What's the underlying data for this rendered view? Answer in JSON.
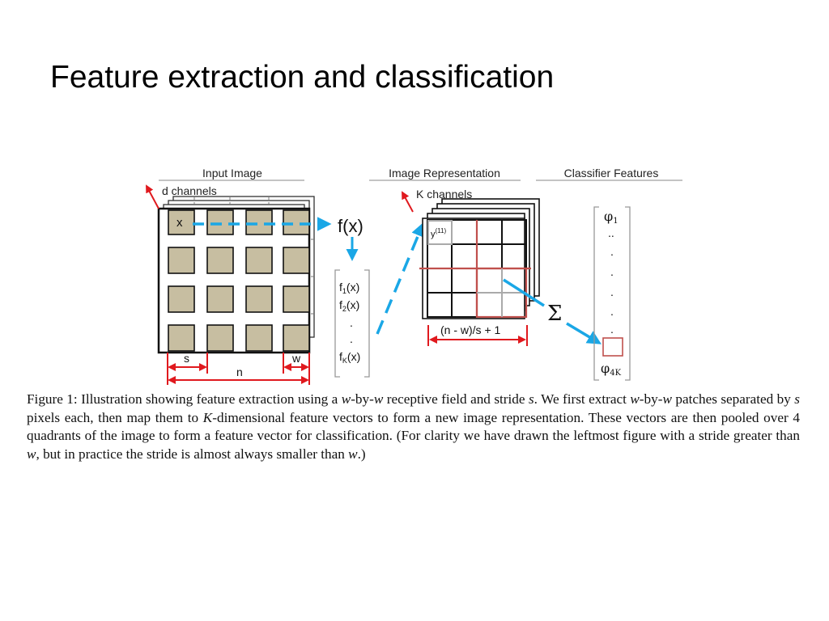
{
  "slide": {
    "title": "Feature extraction and classification"
  },
  "figure": {
    "input_header": "Input Image",
    "representation_header": "Image Representation",
    "classifier_header": "Classifier Features",
    "d_channels": "d channels",
    "k_channels": "K channels",
    "x_label": "x",
    "fx_label": "f(x)",
    "features": [
      "f1(x)",
      "f2(x)",
      ".",
      ".",
      "fK(x)"
    ],
    "y_label": "y(11)",
    "size_formula": "(n - w)/s + 1",
    "sigma": "Σ",
    "s_label": "s",
    "w_label": "w",
    "n_label": "n",
    "phi_first": "φ1",
    "phi_last": "φ4K",
    "dots_top": "..",
    "colors": {
      "arrow_blue": "#1aa7e6",
      "red": "#e0191e",
      "patch": "#c7bea1",
      "cell_red": "#c0504d"
    }
  },
  "caption": {
    "p1": "Figure 1: Illustration showing feature extraction using a ",
    "w1": "w",
    "p2": "-by-",
    "w2": "w",
    "p3": " receptive field and stride ",
    "s1": "s",
    "p4": ". We first extract ",
    "w3": "w",
    "p5": "-by-",
    "w4": "w",
    "p6": " patches separated by ",
    "s2": "s",
    "p7": " pixels each, then map them to ",
    "k1": "K",
    "p8": "-dimensional feature vectors to form a new image representation. These vectors are then pooled over 4 quadrants of the image to form a feature vector for classification. (For clarity we have drawn the leftmost figure with a stride greater than ",
    "w5": "w",
    "p9": ", but in practice the stride is almost always smaller than ",
    "w6": "w",
    "p10": ".)"
  }
}
